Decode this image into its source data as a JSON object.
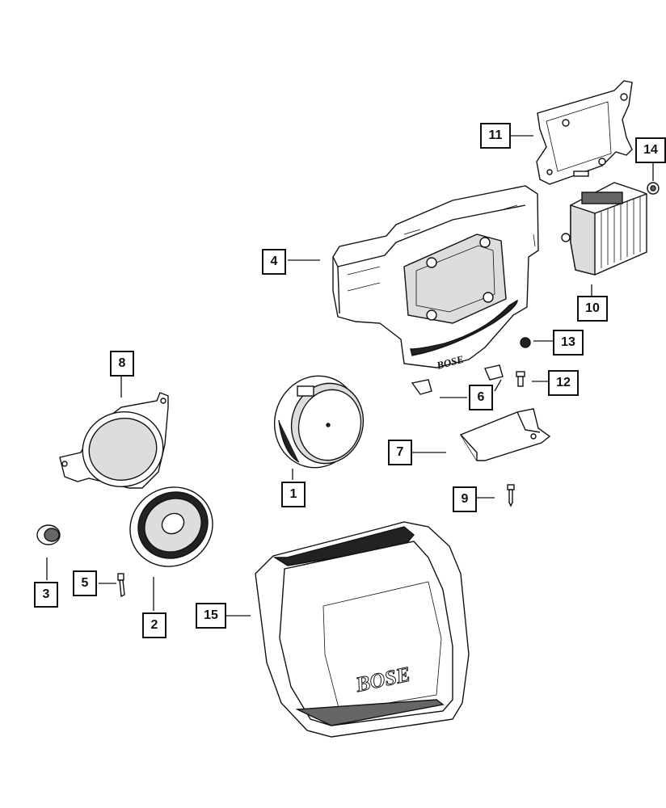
{
  "callouts": [
    {
      "id": "c1",
      "label": "1"
    },
    {
      "id": "c2",
      "label": "2"
    },
    {
      "id": "c3",
      "label": "3"
    },
    {
      "id": "c4",
      "label": "4"
    },
    {
      "id": "c5",
      "label": "5"
    },
    {
      "id": "c6",
      "label": "6"
    },
    {
      "id": "c7",
      "label": "7"
    },
    {
      "id": "c8",
      "label": "8"
    },
    {
      "id": "c9",
      "label": "9"
    },
    {
      "id": "c10",
      "label": "10"
    },
    {
      "id": "c11",
      "label": "11"
    },
    {
      "id": "c12",
      "label": "12"
    },
    {
      "id": "c13",
      "label": "13"
    },
    {
      "id": "c14",
      "label": "14"
    },
    {
      "id": "c15",
      "label": "15"
    }
  ],
  "logos": {
    "subwoofer_enclosure": "BOSE",
    "grille": "BOSE"
  }
}
